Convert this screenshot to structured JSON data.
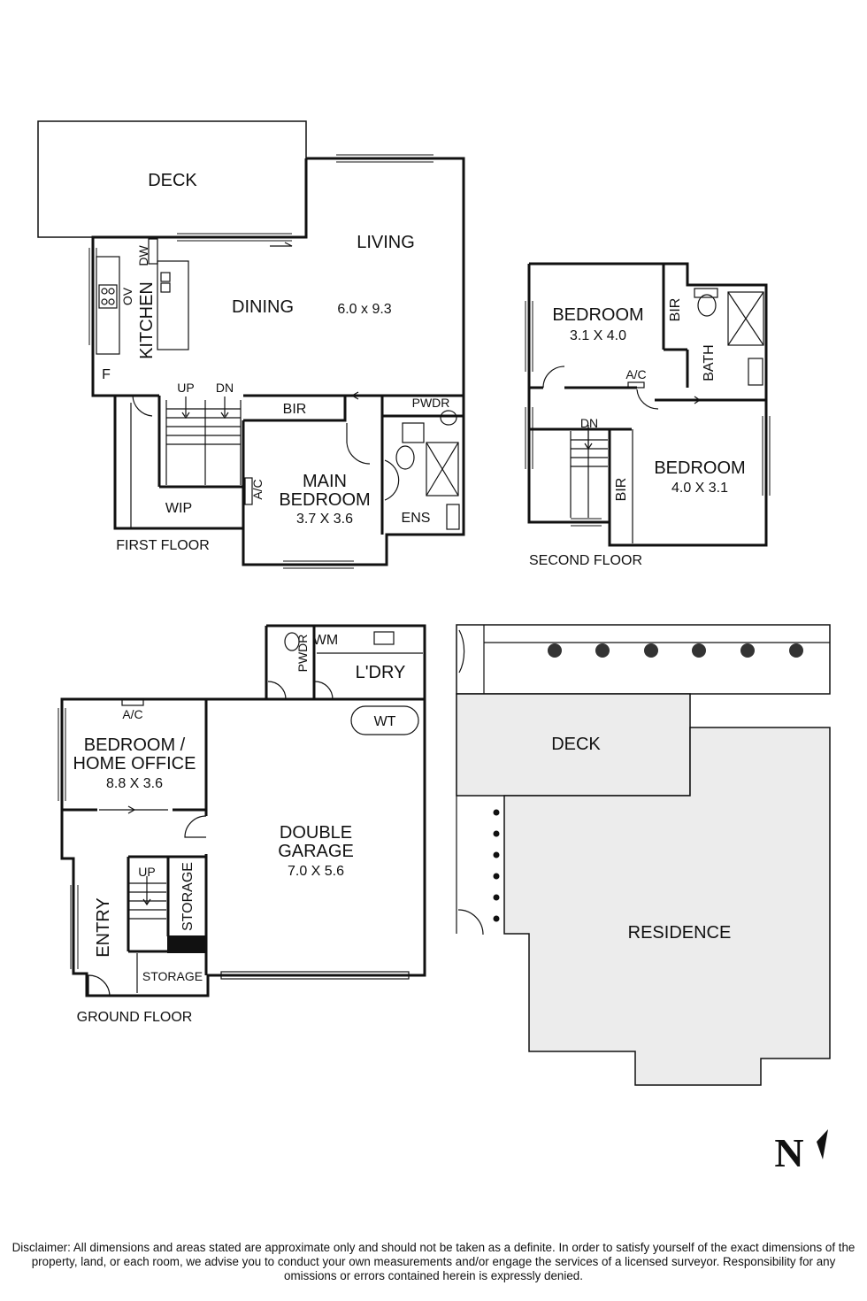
{
  "first_floor": {
    "floor_label": "FIRST FLOOR",
    "deck": "DECK",
    "living": "LIVING",
    "living_dims": "6.0 x 9.3",
    "dining": "DINING",
    "kitchen": "KITCHEN",
    "dw": "DW",
    "ov": "OV",
    "f": "F",
    "up": "UP",
    "dn": "DN",
    "bir": "BIR",
    "pwdr": "PWDR",
    "main_bedroom_1": "MAIN",
    "main_bedroom_2": "BEDROOM",
    "main_bedroom_dims": "3.7 X 3.6",
    "ac": "A/C",
    "wip": "WIP",
    "ens": "ENS"
  },
  "second_floor": {
    "floor_label": "SECOND FLOOR",
    "bedroom1": "BEDROOM",
    "bedroom1_dims": "3.1 X 4.0",
    "bir_top": "BIR",
    "bath": "BATH",
    "ac": "A/C",
    "dn": "DN",
    "bir_bottom": "BIR",
    "bedroom2": "BEDROOM",
    "bedroom2_dims": "4.0 X 3.1"
  },
  "ground_floor": {
    "floor_label": "GROUND FLOOR",
    "wm": "WM",
    "pwdr": "PWDR",
    "ldry": "L'DRY",
    "wt": "WT",
    "ac": "A/C",
    "bedroom_office_1": "BEDROOM /",
    "bedroom_office_2": "HOME OFFICE",
    "bedroom_office_dims": "8.8 X 3.6",
    "garage_1": "DOUBLE",
    "garage_2": "GARAGE",
    "garage_dims": "7.0 X 5.6",
    "up": "UP",
    "storage_v": "STORAGE",
    "entry": "ENTRY",
    "storage_h": "STORAGE"
  },
  "site": {
    "deck": "DECK",
    "residence": "RESIDENCE",
    "north": "N"
  },
  "disclaimer": "Disclaimer: All dimensions and areas stated are approximate only and should not be taken as a definite. In order to satisfy yourself of the exact dimensions of the property, land, or each room, we advise you to conduct your own measurements and/or engage the services of a licensed surveyor. Responsibility for any omissions or errors contained herein is expressly denied."
}
